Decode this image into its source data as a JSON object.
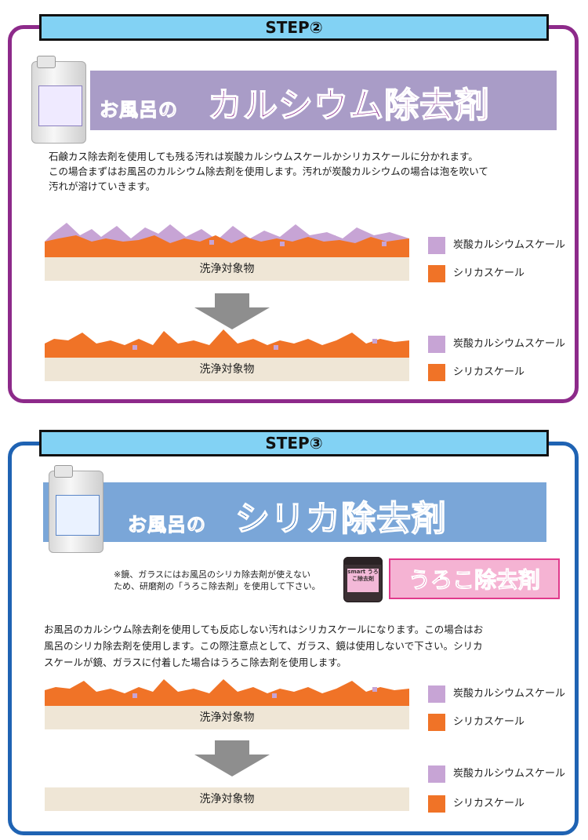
{
  "colors": {
    "purple_frame": "#8d2a8a",
    "blue_frame": "#1f63b3",
    "step_bar": "#82d2f4",
    "step2_band": "#a99cc7",
    "step3_band": "#7aa6d8",
    "calcium_scale": "#c7a4d5",
    "silica_scale": "#f07327",
    "base": "#efe6d6",
    "arrow": "#8e8e8e"
  },
  "step2": {
    "step_label": "STEP②",
    "title_small": "お風呂の",
    "title_big": "カルシウム除去剤",
    "description_lines": [
      "石鹸カス除去剤を使用しても残る汚れは炭酸カルシウムスケールかシリカスケールに分かれます。",
      "この場合まずはお風呂のカルシウム除去剤を使用します。汚れが炭酸カルシウムの場合は泡を吹いて",
      "汚れが溶けていきます。"
    ],
    "before": {
      "base_label": "洗浄対象物",
      "legend": {
        "calcium": "炭酸カルシウムスケール",
        "silica": "シリカスケール"
      }
    },
    "after": {
      "base_label": "洗浄対象物",
      "legend": {
        "calcium": "炭酸カルシウムスケール",
        "silica": "シリカスケール"
      }
    }
  },
  "step3": {
    "step_label": "STEP③",
    "title_small": "お風呂の",
    "title_big": "シリカ除去剤",
    "note_lines": [
      "※鏡、ガラスにはお風呂のシリカ除去剤が使えない",
      "ため、研磨剤の「うろこ除去剤」を使用して下さい。"
    ],
    "jar_label": "smart うろこ除去剤",
    "uroko_label": "うろこ除去剤",
    "description_lines": [
      "お風呂のカルシウム除去剤を使用しても反応しない汚れはシリカスケールになります。この場合はお",
      "風呂のシリカ除去剤を使用します。この際注意点として、ガラス、鏡は使用しないで下さい。シリカ",
      "スケールが鏡、ガラスに付着した場合はうろこ除去剤を使用します。"
    ],
    "before": {
      "base_label": "洗浄対象物",
      "legend": {
        "calcium": "炭酸カルシウムスケール",
        "silica": "シリカスケール"
      }
    },
    "after": {
      "base_label": "洗浄対象物",
      "legend": {
        "calcium": "炭酸カルシウムスケール",
        "silica": "シリカスケール"
      }
    }
  }
}
